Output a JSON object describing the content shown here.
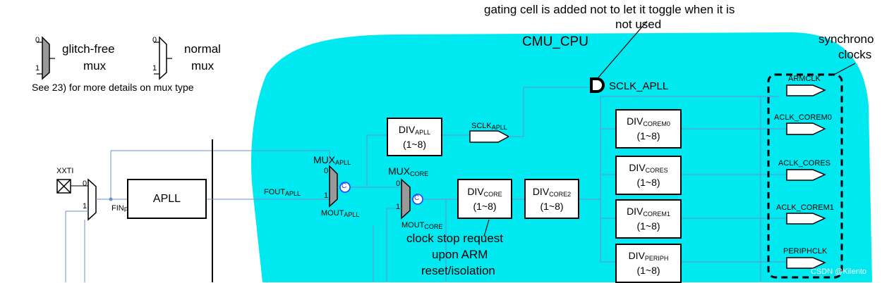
{
  "annotation_gating": {
    "line1": "gating cell is added not to let it toggle when it is",
    "line2": "not used"
  },
  "domain_title": "CMU_CPU",
  "sync_note": {
    "line1": "synchrono",
    "line2": "clocks"
  },
  "legend": {
    "glitch_free": {
      "line1": "glitch-free",
      "line2": "mux"
    },
    "normal": {
      "line1": "normal",
      "line2": "mux"
    },
    "note": "See 23) for more details on mux type",
    "in0": "0",
    "in1": "1"
  },
  "xxti": "XXTI",
  "mux_in_labels": {
    "zero": "0",
    "one": "1"
  },
  "fin": {
    "main": "FIN",
    "sub": "PLL"
  },
  "apll": "APLL",
  "fout": {
    "main": "FOUT",
    "sub": "APLL"
  },
  "mux_apll": {
    "main": "MUX",
    "sub": "APLL"
  },
  "mout_apll": {
    "main": "MOUT",
    "sub": "APLL"
  },
  "mux_core": {
    "main": "MUX",
    "sub": "CORE"
  },
  "mout_core": {
    "main": "MOUT",
    "sub": "CORE"
  },
  "clock_gate_symbol": "C",
  "div_apll": {
    "main": "DIV",
    "sub": "APLL",
    "range": "(1~8)"
  },
  "sclk_apll_tag": {
    "main": "SCLK",
    "sub": "APLL"
  },
  "sclk_apll_gate": "SCLK_APLL",
  "div_core": {
    "main": "DIV",
    "sub": "CORE",
    "range": "(1~8)"
  },
  "div_core2": {
    "main": "DIV",
    "sub": "CORE2",
    "range": "(1~8)"
  },
  "div_corem0": {
    "main": "DIV",
    "sub": "COREM0",
    "range": "(1~8)"
  },
  "div_cores": {
    "main": "DIV",
    "sub": "CORES",
    "range": "(1~8)"
  },
  "div_corem1": {
    "main": "DIV",
    "sub": "COREM1",
    "range": "(1~8)"
  },
  "div_periph": {
    "main": "DIV",
    "sub": "PERIPH",
    "range": "(1~8)"
  },
  "outputs": [
    "ARMCLK",
    "ACLK_COREM0",
    "ACLK_CORES",
    "ACLK_COREM1",
    "PERIPHCLK"
  ],
  "clock_stop": {
    "line1": "clock stop request",
    "line2": "upon ARM",
    "line3": "reset/isolation"
  },
  "watermark": "CSDN @Kilento",
  "colors": {
    "domain": "#00e8f0",
    "mux_fill": "#999999",
    "gate_circle": "#1a3cff",
    "wire": "#6b8fc8"
  }
}
